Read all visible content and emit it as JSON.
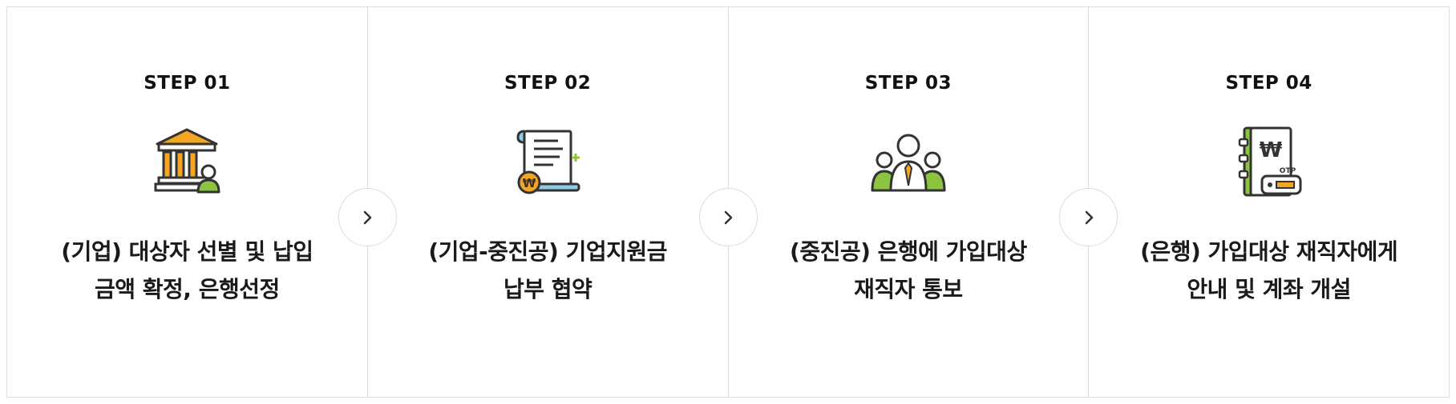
{
  "colors": {
    "outline": "#333333",
    "accent_orange": "#f4a623",
    "accent_green": "#8cc43f",
    "accent_blue": "#8fcbe8",
    "border": "#dddddd"
  },
  "steps": [
    {
      "label": "STEP 01",
      "icon": "bank-user-icon",
      "desc_line1": "(기업) 대상자 선별 및 납입",
      "desc_line2": "금액 확정, 은행선정"
    },
    {
      "label": "STEP 02",
      "icon": "contract-scroll-icon",
      "desc_line1": "(기업-중진공) 기업지원금",
      "desc_line2": "납부 협약"
    },
    {
      "label": "STEP 03",
      "icon": "employees-group-icon",
      "desc_line1": "(중진공) 은행에 가입대상",
      "desc_line2": "재직자 통보"
    },
    {
      "label": "STEP 04",
      "icon": "passbook-otp-icon",
      "desc_line1": "(은행) 가입대상 재직자에게",
      "desc_line2": "안내 및 계좌 개설"
    }
  ],
  "icon_text": {
    "won": "₩",
    "otp": "OTP"
  },
  "arrow_icon": "chevron-right-icon"
}
